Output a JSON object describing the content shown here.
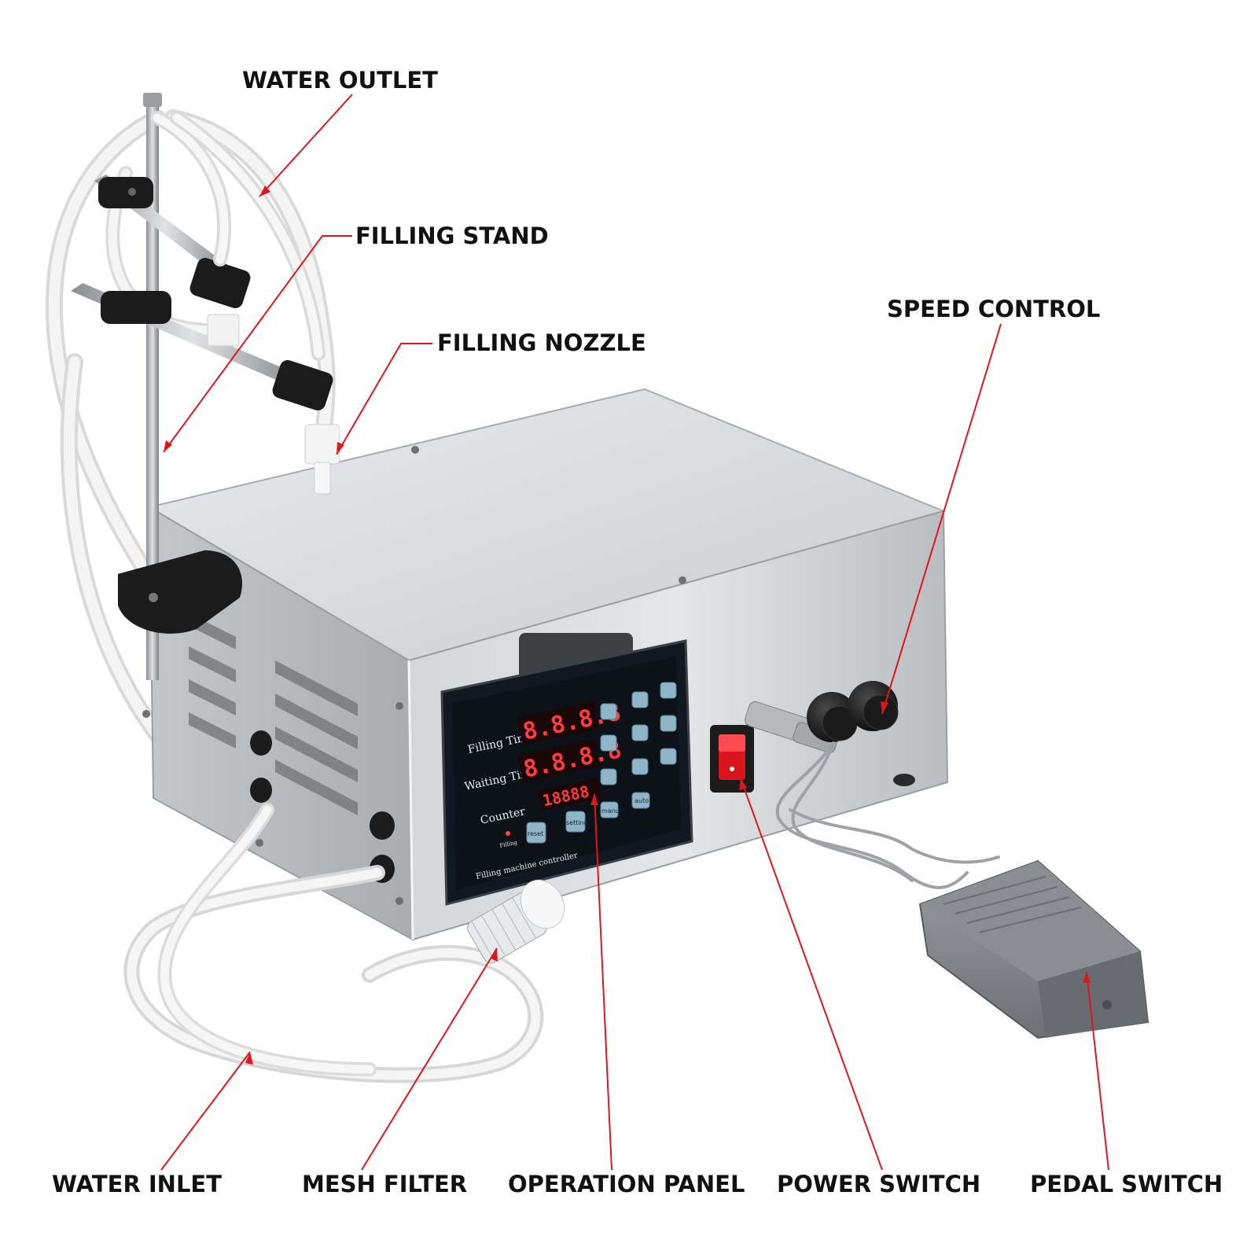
{
  "callouts": {
    "water_outlet": "WATER OUTLET",
    "filling_stand": "FILLING STAND",
    "filling_nozzle": "FILLING NOZZLE",
    "speed_control": "SPEED CONTROL",
    "water_inlet": "WATER INLET",
    "mesh_filter": "MESH FILTER",
    "operation_panel": "OPERATION PANEL",
    "power_switch": "POWER SWITCH",
    "pedal_switch": "PEDAL SWITCH"
  },
  "panel": {
    "filling_time_label": "Filling Time",
    "waiting_time_label": "Waiting Time",
    "counter_label": "Counter",
    "filling_indicator_label": "Filling",
    "controller_caption": "Filling machine controller",
    "filling_time_display": "8.8.8.8",
    "waiting_time_display": "8.8.8.8",
    "counter_display": "18888",
    "buttons": {
      "reset": "reset",
      "setting": "setting",
      "manual": "manual",
      "auto": "auto"
    }
  },
  "colors": {
    "arrow": "#e0161b",
    "label_text": "#111111",
    "chassis": "#cfd3d6",
    "panel": "#111820",
    "display": "#ff3b3b",
    "keypad": "#8fb6c8",
    "rocker_switch": "#d9141b",
    "pedal": "#7f8387",
    "tubing": "#eeeeee"
  }
}
